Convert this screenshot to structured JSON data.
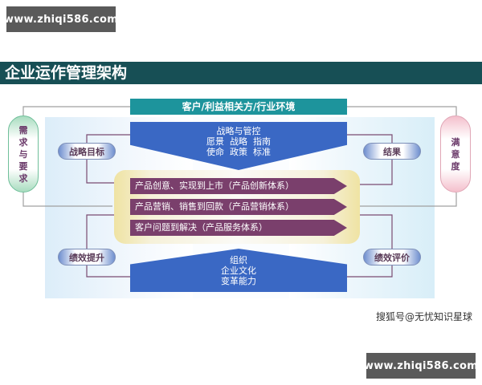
{
  "watermarks": {
    "top": "www.zhiqi586.com",
    "bottom": "www.zhiqi586.com"
  },
  "title": "企业运作管理架构",
  "environment_bar": "客户/利益相关方/行业环境",
  "strategy": {
    "line1": "战略与管控",
    "line2": "愿景  战略  指南",
    "line3": "使命  政策  标准"
  },
  "processes": [
    "产品创意、实现到上市（产品创新体系）",
    "产品营销、销售到回款（产品营销体系）",
    "客户问题到解决（产品服务体系）"
  ],
  "organization": {
    "line1": "组织",
    "line2": "企业文化",
    "line3": "变革能力"
  },
  "pills": {
    "goal": "战略目标",
    "result": "结果",
    "improve": "绩效提升",
    "evaluate": "绩效评价"
  },
  "left_capsule": [
    "需",
    "求",
    "与",
    "要",
    "求"
  ],
  "right_capsule": [
    "满",
    "意",
    "度"
  ],
  "credit": "搜狐号@无忧知识星球",
  "colors": {
    "title_bar": "#174f55",
    "env_bar": "#1d949c",
    "blue_shape": "#3a68c4",
    "process_bar": "#7a3f6c"
  }
}
